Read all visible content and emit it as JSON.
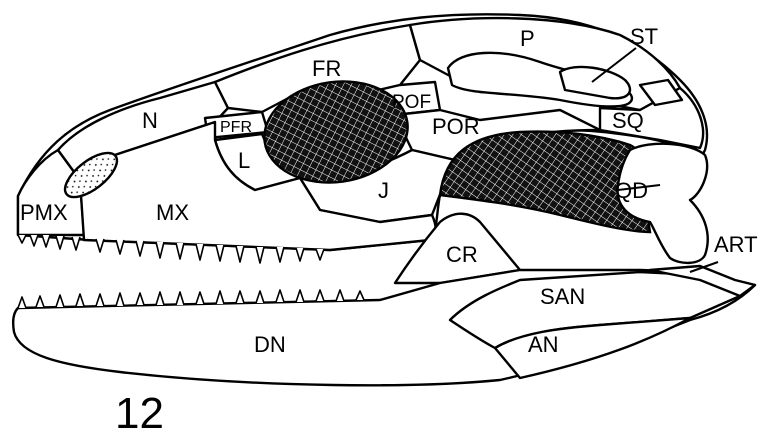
{
  "figure_number": "12",
  "labels": {
    "pmx": "PMX",
    "mx": "MX",
    "n": "N",
    "fr": "FR",
    "pfr": "PFR",
    "l": "L",
    "pof": "POF",
    "por": "POR",
    "j": "J",
    "p": "P",
    "st": "ST",
    "sq": "SQ",
    "qd": "QD",
    "art": "ART",
    "cr": "CR",
    "san": "SAN",
    "an": "AN",
    "dn": "DN"
  },
  "colors": {
    "line": "#000000",
    "background": "#ffffff"
  }
}
